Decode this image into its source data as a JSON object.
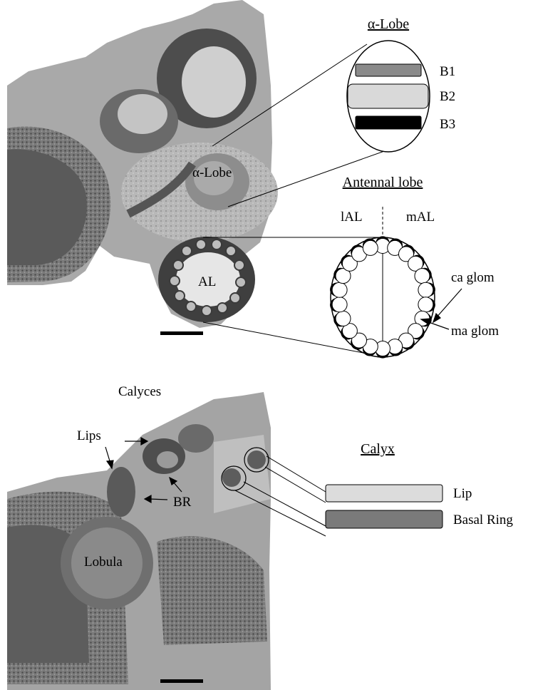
{
  "top_panel": {
    "tissue_labels": {
      "alpha_lobe": "α-Lobe",
      "antennal_lobe": "AL"
    },
    "alpha_lobe_inset": {
      "title": "α-Lobe",
      "bands": [
        {
          "label": "B1",
          "fill": "#8a8a8a"
        },
        {
          "label": "B2",
          "fill": "#d9d9d9"
        },
        {
          "label": "B3",
          "fill": "#000000"
        }
      ]
    },
    "antennal_lobe_inset": {
      "title": "Antennal lobe",
      "left_label": "lAL",
      "right_label": "mAL",
      "ca_label": "ca glom",
      "ma_label": "ma glom"
    }
  },
  "bottom_panel": {
    "tissue_labels": {
      "calyces": "Calyces",
      "lips": "Lips",
      "br": "BR",
      "lobula": "Lobula"
    },
    "calyx_inset": {
      "title": "Calyx",
      "bars": [
        {
          "label": "Lip",
          "fill": "#dcdcdc"
        },
        {
          "label": "Basal Ring",
          "fill": "#7a7a7a"
        }
      ]
    }
  },
  "colors": {
    "tissue_dark": "#3a3a3a",
    "tissue_mid": "#6d6d6d",
    "tissue_light": "#bdbdbd",
    "ink": "#000000"
  }
}
